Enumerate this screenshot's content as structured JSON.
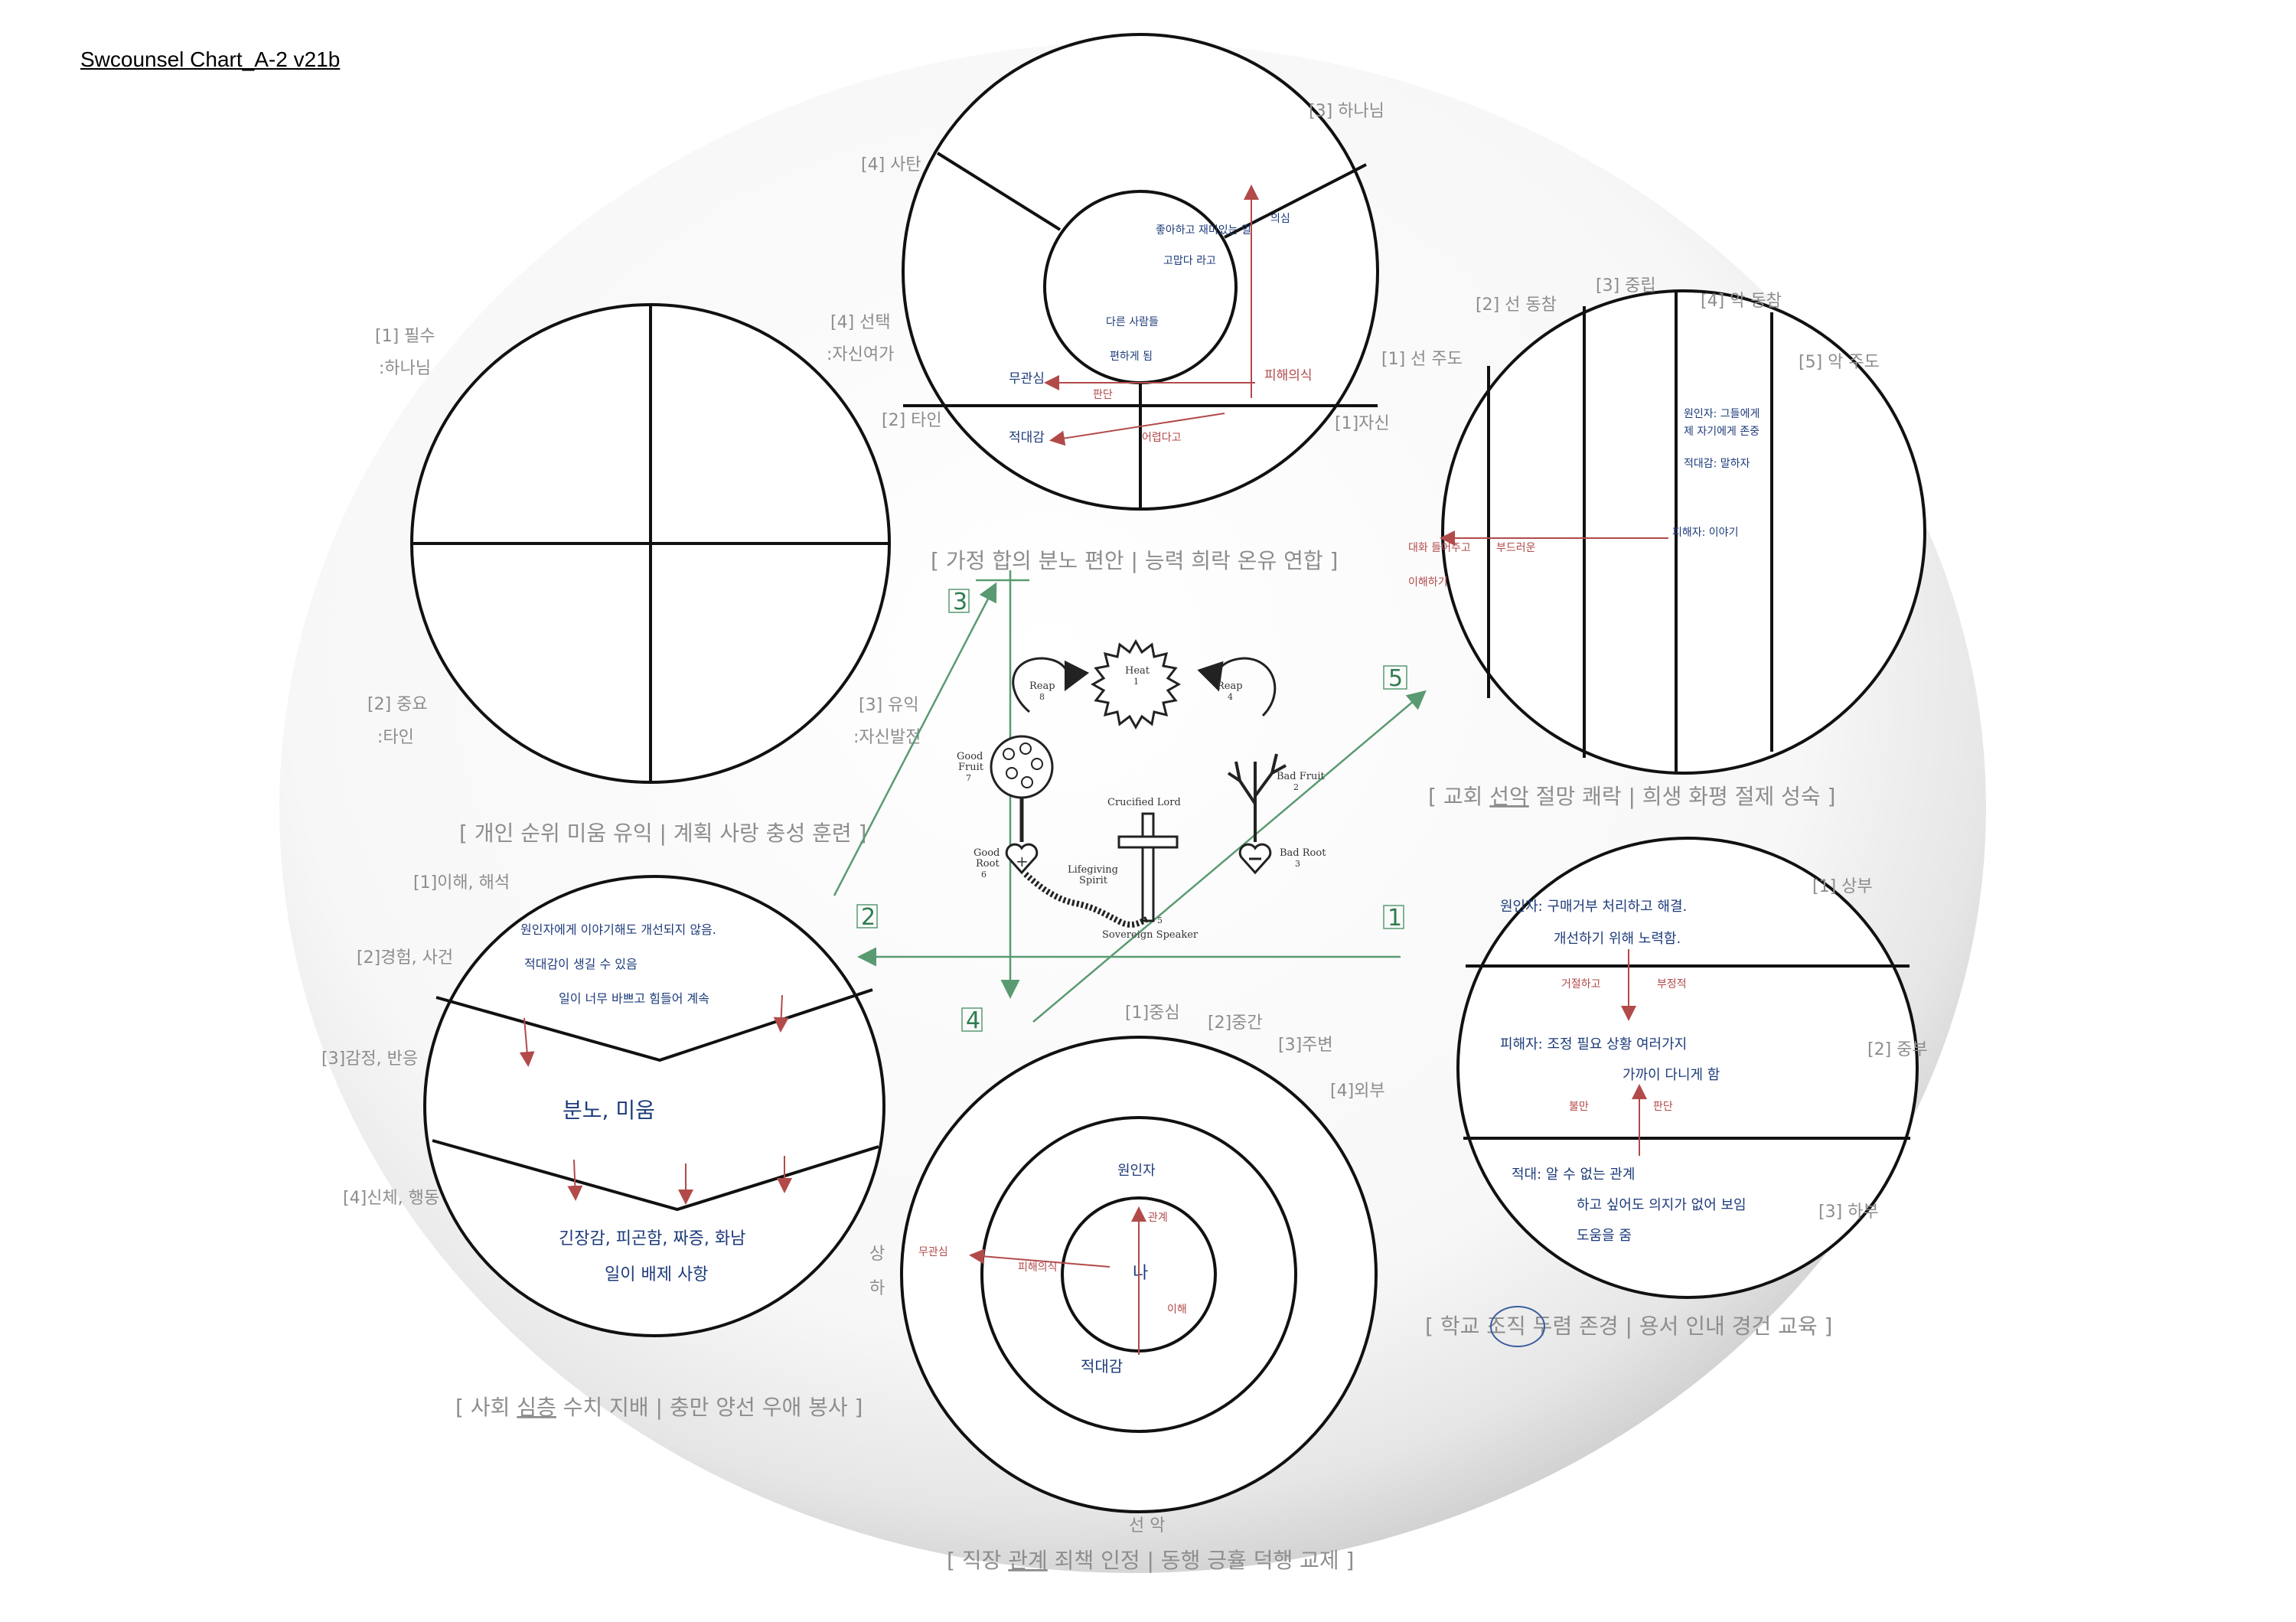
{
  "title": "Swcounsel Chart_A-2 v21b",
  "top": {
    "labels": [
      "[3] 하나님",
      "[4] 사탄",
      "[4] 선택",
      ":자신여가",
      "[2] 타인",
      "[1]자신"
    ],
    "inner_notes": [
      "좋아하고 재미있는 일",
      "고맙다 라고",
      "다른 사람들",
      "편하게 됨"
    ],
    "notes_blue": [
      "무관심",
      "적대감"
    ],
    "notes_red": [
      "피해의식",
      "판단",
      "어렵다고",
      "의심"
    ],
    "caption": "[ 가정 합의 분노 편안 | 능력 희락 온유 연합 ]"
  },
  "left": {
    "labels": [
      "[1] 필수",
      ":하나님",
      "[2] 중요",
      ":타인",
      "[3] 유익",
      ":자신발전"
    ],
    "caption": "[ 개인 순위 미움 유익 | 계획 사랑 충성 훈련 ]"
  },
  "right": {
    "labels": [
      "[1] 선 주도",
      "[2] 선 동참",
      "[3] 중립",
      "[4] 악 동참",
      "[5] 악 주도"
    ],
    "notes_blue": [
      "원인자: 그들에게",
      "제 자기에게 존중",
      "적대감: 말하자",
      "피해자: 이야기"
    ],
    "notes_red": [
      "대화 들어주고",
      "부드러운",
      "이해하기"
    ],
    "caption_pre": "[ 교회 ",
    "caption_hl": "선악",
    "caption_post": " 절망 쾌락 | 희생 화평 절제 성숙 ]"
  },
  "center": {
    "heat": "Heat",
    "heat_n": "1",
    "reap_l": "Reap",
    "reap_l_n": "8",
    "reap_r": "Reap",
    "reap_r_n": "4",
    "good_fruit": "Good",
    "good_fruit2": "Fruit",
    "good_fruit_n": "7",
    "bad_fruit": "Bad Fruit",
    "bad_fruit_n": "2",
    "crucified": "Crucified Lord",
    "good_root": "Good",
    "good_root2": "Root",
    "good_root_n": "6",
    "bad_root": "Bad Root",
    "bad_root_n": "3",
    "lifegiving": "Lifegiving",
    "spirit": "Spirit",
    "spirit_n": "5",
    "sovereign": "Sovereign Speaker",
    "step_3": "3",
    "step_2": "2",
    "step_4": "4",
    "step_1": "1",
    "step_5": "5"
  },
  "bottom_left": {
    "labels": [
      "[1]이해, 해석",
      "[2]경험, 사건",
      "[3]감정, 반응",
      "[4]신체, 행동"
    ],
    "notes": [
      "원인자에게 이야기해도 개선되지 않음.",
      "적대감이 생길 수 있음",
      "일이 너무 바쁘고 힘들어 계속",
      "분노, 미움",
      "긴장감, 피곤함, 짜증, 화남",
      "일이 배제 사항"
    ],
    "caption_pre": "[ 사회 ",
    "caption_hl": "심층",
    "caption_post": " 수치 지배 | 충만 양선 우애 봉사 ]"
  },
  "bottom": {
    "labels": [
      "[1]중심",
      "[2]중간",
      "[3]주변",
      "[4]외부"
    ],
    "side_up": "상",
    "side_down": "하",
    "axis": "선 악",
    "notes_blue": [
      "원인자",
      "나",
      "적대감"
    ],
    "notes_red": [
      "무관심",
      "피해의식",
      "관계",
      "이해"
    ],
    "caption_pre": "[ 직장 ",
    "caption_hl": "관계",
    "caption_post": " 죄책 인정 | 동행 긍휼 덕행 교제 ]"
  },
  "bottom_right": {
    "labels": [
      "[1] 상부",
      "[2] 중부",
      "[3] 하부"
    ],
    "notes_blue": [
      "원인자: 구매거부 처리하고 해결.",
      "개선하기 위해 노력함.",
      "피해자: 조정 필요 상황 여러가지",
      "가까이 다니게 함",
      "적대: 알 수 없는 관계",
      "하고 싶어도 의지가 없어 보임",
      "도움을 줌"
    ],
    "notes_red": [
      "거절하고",
      "부정적",
      "불만",
      "판단"
    ],
    "caption_pre": "[ 학교 ",
    "caption_hl": "조직",
    "caption_post": " 두렴 존경 | 용서 인내 경건 교육 ]"
  }
}
